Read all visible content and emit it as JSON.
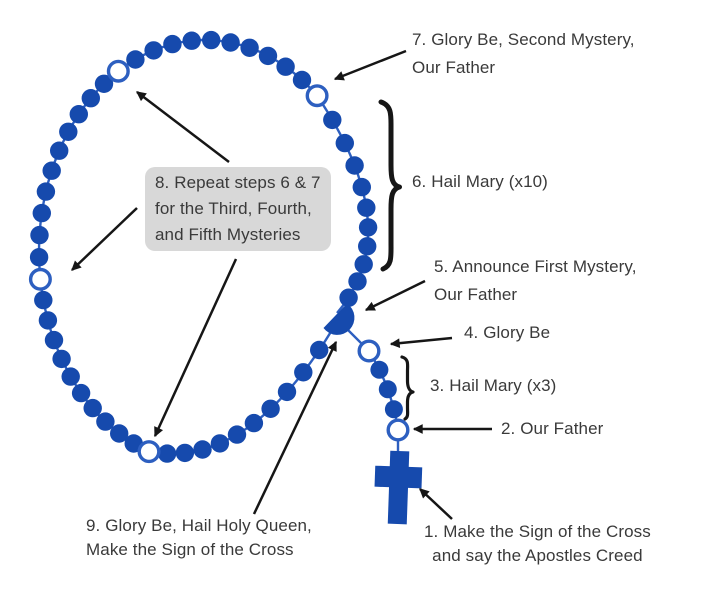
{
  "diagram_title": "Rosary praying steps diagram",
  "labels": {
    "step1": "1. Make the Sign of the Cross\nand say the Apostles Creed",
    "step2": "2. Our Father",
    "step3": "3. Hail Mary (x3)",
    "step4": "4. Glory Be",
    "step5": "5. Announce First Mystery,\nOur Father",
    "step6": "6. Hail Mary (x10)",
    "step7": "7. Glory Be, Second Mystery,\nOur Father",
    "step8": "8. Repeat steps 6 & 7\nfor the Third, Fourth,\nand Fifth Mysteries",
    "step9": "9. Glory Be, Hail Holy Queen,\nMake the Sign of the Cross"
  },
  "rosary": {
    "decades": 5,
    "beads_per_decade": 10,
    "loop_marker_beads": 4,
    "pendant_hail_mary_beads": 3,
    "pendant_marker_beads": 2,
    "has_centerpiece": true,
    "has_cross": true
  },
  "colors": {
    "bead": "#164aad",
    "string": "#2d5fc0",
    "marker_bead_fill": "#ffffff",
    "annotation": "#161616",
    "step8_box_bg": "#d8d8d8",
    "text": "#3a3a3a",
    "background": "#ffffff"
  }
}
